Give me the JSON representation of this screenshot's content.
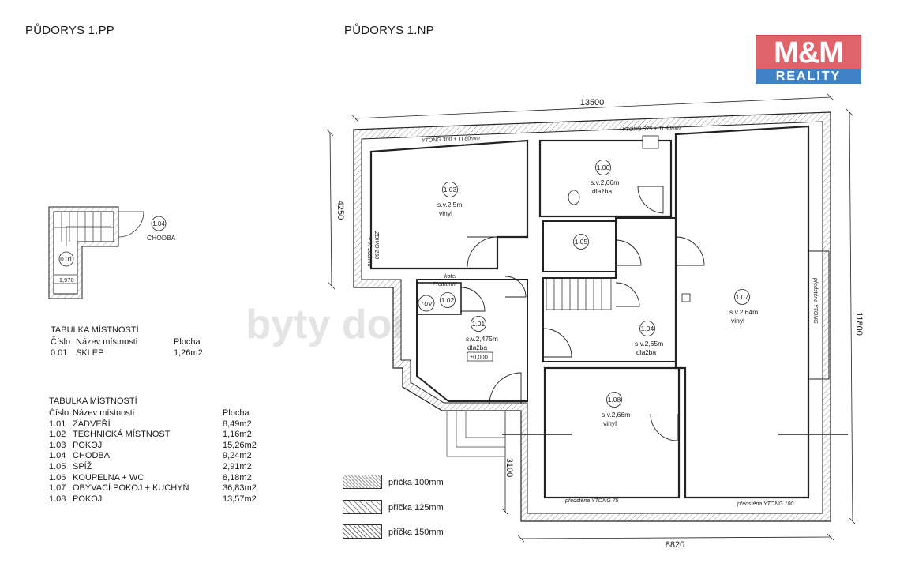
{
  "titles": {
    "basement": "PŮDORYS 1.PP",
    "ground": "PŮDORYS 1.NP"
  },
  "logo": {
    "top": "M&M",
    "bottom": "REALITY",
    "top_color": "#e0636a",
    "bottom_color": "#3f83c6"
  },
  "watermark": "byty domy pozemky",
  "dimensions": {
    "top_width": "13500",
    "left_height": "4250",
    "right_height": "11800",
    "bottom_width": "8820",
    "bottom_left_height": "3100"
  },
  "wall_labels": {
    "ytong_300": "YTONG 300 + TI 80mm",
    "ytong_375": "YTONG 375 + TI 80mm",
    "zdivo": "ZDIVO 250",
    "zdivo_ti": "+ TI 100mm",
    "predstena_right": "předstěna YTONG",
    "predstena_75": "předstěna YTONG 75",
    "predstena_100": "předstěna YTONG 100",
    "kotel": "kotel",
    "protherm": "Protherm",
    "tuv": "TUV"
  },
  "rooms_1np": [
    {
      "id": "1.01",
      "height": "s.v.2,475m",
      "floor": "dlažba",
      "level": "±0,000"
    },
    {
      "id": "1.02",
      "height": "",
      "floor": "",
      "level": ""
    },
    {
      "id": "1.03",
      "height": "s.v.2,5m",
      "floor": "vinyl",
      "level": ""
    },
    {
      "id": "1.04",
      "height": "s.v.2,65m",
      "floor": "dlažba",
      "level": ""
    },
    {
      "id": "1.05",
      "height": "",
      "floor": "",
      "level": ""
    },
    {
      "id": "1.06",
      "height": "s.v.2,66m",
      "floor": "dlažba",
      "level": ""
    },
    {
      "id": "1.07",
      "height": "s.v.2,64m",
      "floor": "vinyl",
      "level": ""
    },
    {
      "id": "1.08",
      "height": "s.v.2,66m",
      "floor": "vinyl",
      "level": ""
    }
  ],
  "rooms_1pp": {
    "stair_room": "0.01",
    "stair_level": "-1,970",
    "corridor_id": "1.04",
    "corridor_name": "CHODBA"
  },
  "table_1pp": {
    "title": "TABULKA MÍSTNOSTÍ",
    "headers": [
      "Číslo",
      "Název místnosti",
      "Plocha"
    ],
    "rows": [
      [
        "0.01",
        "SKLEP",
        "1,26m2"
      ]
    ]
  },
  "table_1np": {
    "title": "TABULKA MÍSTNOSTÍ",
    "headers": [
      "Číslo",
      "Název místnosti",
      "Plocha"
    ],
    "rows": [
      [
        "1.01",
        "ZÁDVEŘÍ",
        "8,49m2"
      ],
      [
        "1.02",
        "TECHNICKÁ MÍSTNOST",
        "1,16m2"
      ],
      [
        "1.03",
        "POKOJ",
        "15,26m2"
      ],
      [
        "1.04",
        "CHODBA",
        "9,24m2"
      ],
      [
        "1.05",
        "SPÍŽ",
        "2,91m2"
      ],
      [
        "1.06",
        "KOUPELNA + WC",
        "8,18m2"
      ],
      [
        "1.07",
        "OBÝVACÍ POKOJ + KUCHYŇ",
        "36,83m2"
      ],
      [
        "1.08",
        "POKOJ",
        "13,57m2"
      ]
    ]
  },
  "legend": [
    {
      "label": "příčka 100mm"
    },
    {
      "label": "příčka 125mm"
    },
    {
      "label": "příčka 150mm"
    }
  ]
}
